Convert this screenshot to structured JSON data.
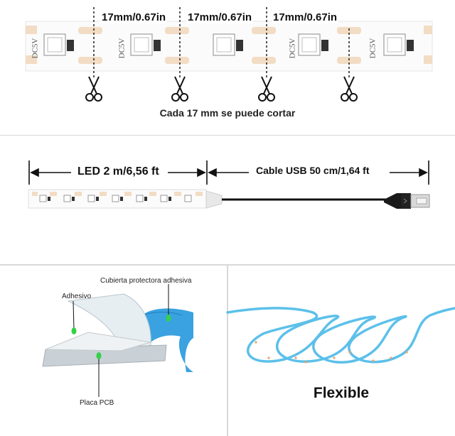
{
  "cut_section": {
    "segment_labels": [
      "17mm/0.67in",
      "17mm/0.67in",
      "17mm/0.67in"
    ],
    "voltage_label": "DC5V",
    "caption": "Cada 17 mm se puede cortar",
    "icons": [
      "scissors-icon",
      "scissors-icon",
      "scissors-icon",
      "scissors-icon"
    ]
  },
  "length_section": {
    "led_label": "LED 2 m/6,56 ft",
    "cable_label": "Cable USB 50 cm/1,64 ft",
    "icons": [
      "usb-plug-icon"
    ]
  },
  "layers_section": {
    "cover_label": "Cubierta protectora adhesiva",
    "adhesive_label": "Adhesivo",
    "pcb_label": "Placa PCB"
  },
  "flexible_section": {
    "title": "Flexible"
  },
  "colors": {
    "cover_blue": "#3aa2e0",
    "marker_green": "#35d04a",
    "led_pad": "#f2dcc4",
    "flex_strip": "#5cc0ea"
  }
}
